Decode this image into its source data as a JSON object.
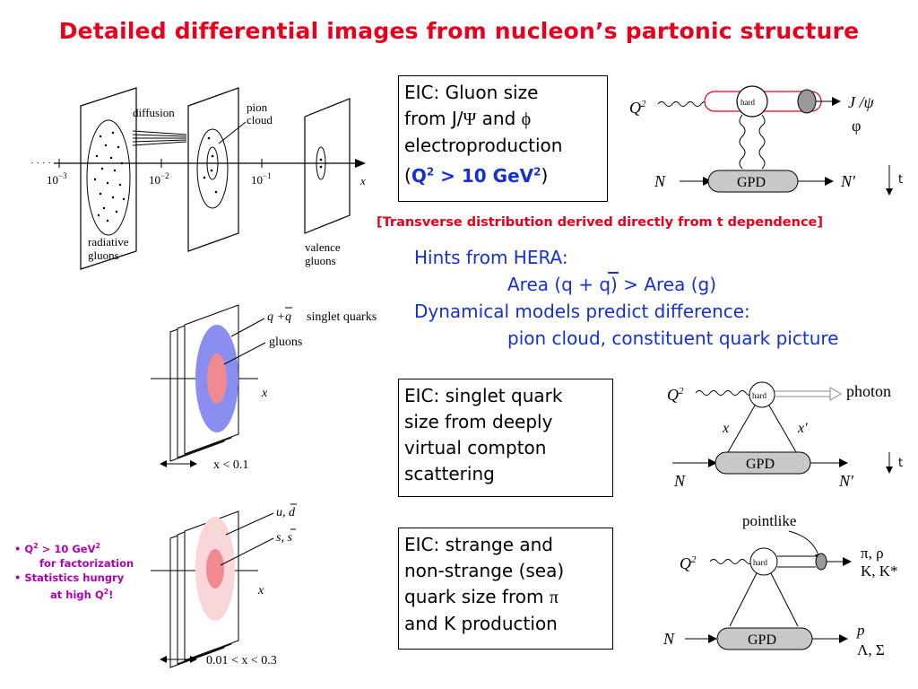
{
  "title": "Detailed differential images from nucleon’s partonic structure",
  "box1": {
    "line1": "EIC: Gluon size",
    "line2a": "from J/",
    "psi": "Ψ",
    "line2b": " and ",
    "phi": "ϕ",
    "line3": "electroproduction",
    "open": "(",
    "q2": "Q",
    "sup2": "2",
    "cond": " > 10 GeV",
    "sup3": "2",
    "close": ")"
  },
  "transverse_note": "[Transverse distribution derived directly from t dependence]",
  "hints": {
    "line1": "Hints from HERA:",
    "line2": "Area (q + q) > Area (g)",
    "line3": "Dynamical models predict difference:",
    "line4": "pion cloud, constituent quark picture"
  },
  "box2": {
    "line1": "EIC: singlet quark",
    "line2": "size from deeply",
    "line3": "virtual compton",
    "line4": "scattering"
  },
  "box3": {
    "line1": "EIC:  strange and",
    "line2": "non-strange (sea)",
    "line3a": "quark size from ",
    "pi": "π",
    "line4": "and K production"
  },
  "notes": {
    "n1a": "• Q",
    "n1sup": "2",
    "n1b": " > 10 GeV",
    "n1sup2": "2",
    "n2": "for factorization",
    "n3": "• Statistics hungry",
    "n4a": "at high Q",
    "n4sup": "2",
    "n4b": "!"
  },
  "fig_top": {
    "diffusion": "diffusion",
    "pion": "pion",
    "cloud": "cloud",
    "t1": "10",
    "e1": "−3",
    "t2": "10",
    "e2": "−2",
    "t3": "10",
    "e3": "−1",
    "x": "x",
    "dots": "· · · ·",
    "rad1": "radiative",
    "rad2": "gluons",
    "val1": "valence",
    "val2": "gluons"
  },
  "fig_mid": {
    "qq": "q +q",
    "singlet": "singlet quarks",
    "gluons": "gluons",
    "x": "x",
    "range": "x < 0.1"
  },
  "fig_bot": {
    "ud": "u, d",
    "ss": "s, s",
    "x": "x",
    "range": "0.01 < x < 0.3"
  },
  "diag1": {
    "Q2": "Q",
    "sup": "2",
    "hard": "hard",
    "out1": "J /ψ",
    "out2": "φ",
    "N": "N",
    "GPD": "GPD",
    "Nprime": "N′",
    "t": "t"
  },
  "diag2": {
    "Q2": "Q",
    "sup": "2",
    "hard": "hard",
    "photon": "photon",
    "x": "x",
    "xprime": "x′",
    "N": "N",
    "GPD": "GPD",
    "Nprime": "N′",
    "t": "t"
  },
  "diag3": {
    "Q2": "Q",
    "sup": "2",
    "hard": "hard",
    "pointlike": "pointlike",
    "out1": "π, ρ",
    "out2": "K, K*",
    "N": "N",
    "GPD": "GPD",
    "p": "p",
    "ls": "Λ, Σ"
  },
  "colors": {
    "title": "#e8001c",
    "blue_text": "#1530d6",
    "note": "#b000b0",
    "outer_blue": "#8a8ef0",
    "inner_pink": "#f08a90",
    "outer_pink": "#f9d6d8",
    "gpd": "#c8c8c8"
  }
}
